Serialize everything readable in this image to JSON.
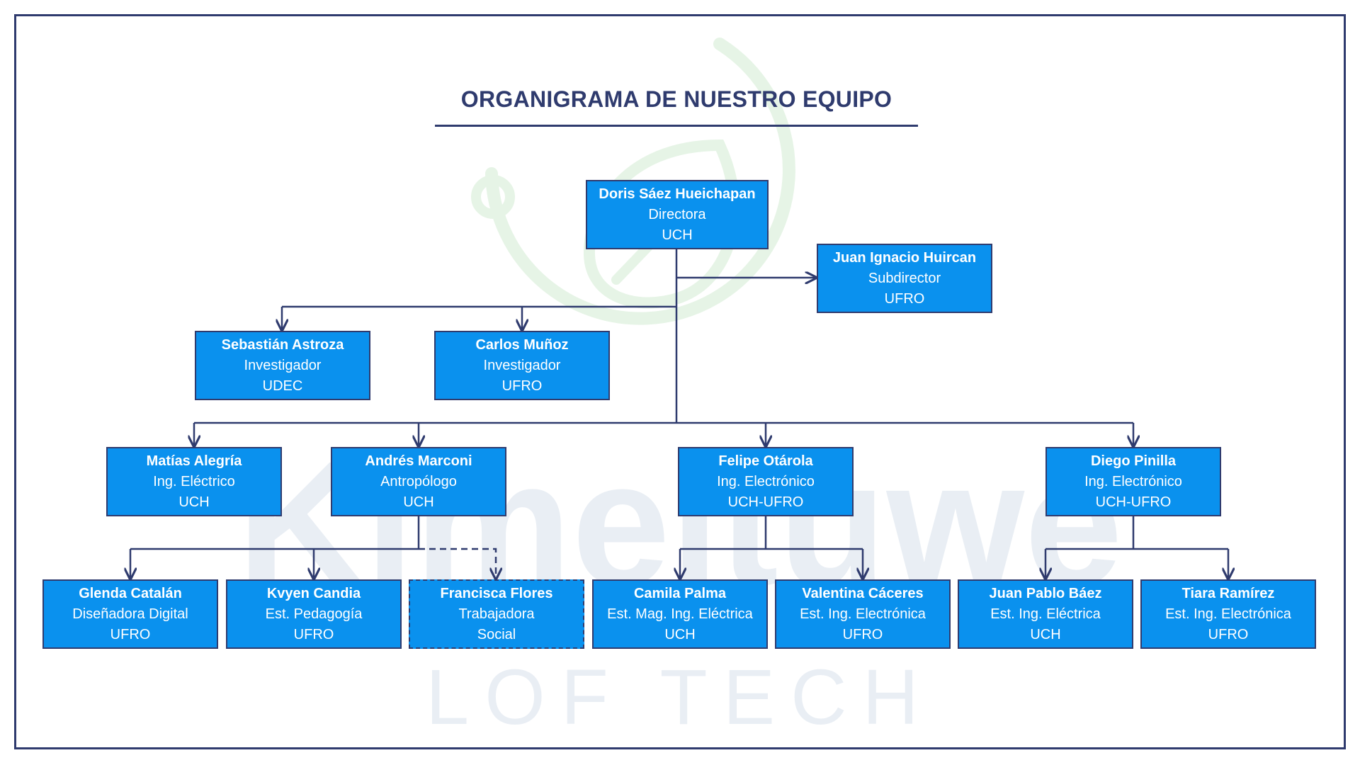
{
  "title": "ORGANIGRAMA DE NUESTRO EQUIPO",
  "watermark": {
    "line1": "Kimeltuwe",
    "line2": "LOF TECH"
  },
  "colors": {
    "node_fill": "#0a91ee",
    "node_border": "#2f3b6e",
    "line": "#2f3b6e",
    "logo": "#e6f4e6",
    "watermark_text": "#e9eef4"
  },
  "nodes": {
    "doris": {
      "name": "Doris Sáez Hueichapan",
      "role": "Directora",
      "inst": "UCH"
    },
    "juan_ignacio": {
      "name": "Juan Ignacio Huircan",
      "role": "Subdirector",
      "inst": "UFRO"
    },
    "sebastian": {
      "name": "Sebastián Astroza",
      "role": "Investigador",
      "inst": "UDEC"
    },
    "carlos": {
      "name": "Carlos Muñoz",
      "role": "Investigador",
      "inst": "UFRO"
    },
    "matias": {
      "name": "Matías Alegría",
      "role": "Ing. Eléctrico",
      "inst": "UCH"
    },
    "andres": {
      "name": "Andrés Marconi",
      "role": "Antropólogo",
      "inst": "UCH"
    },
    "felipe": {
      "name": "Felipe Otárola",
      "role": "Ing. Electrónico",
      "inst": "UCH-UFRO"
    },
    "diego": {
      "name": "Diego Pinilla",
      "role": "Ing. Electrónico",
      "inst": "UCH-UFRO"
    },
    "glenda": {
      "name": "Glenda Catalán",
      "role": "Diseñadora Digital",
      "inst": "UFRO"
    },
    "kvyen": {
      "name": "Kvyen Candia",
      "role": "Est. Pedagogía",
      "inst": "UFRO"
    },
    "francisca": {
      "name": "Francisca Flores",
      "role": "Trabajadora",
      "inst": "Social"
    },
    "camila": {
      "name": "Camila Palma",
      "role": "Est. Mag. Ing. Eléctrica",
      "inst": "UCH"
    },
    "valentina": {
      "name": "Valentina Cáceres",
      "role": "Est. Ing. Electrónica",
      "inst": "UFRO"
    },
    "juan_pablo": {
      "name": "Juan Pablo Báez",
      "role": "Est. Ing. Eléctrica",
      "inst": "UCH"
    },
    "tiara": {
      "name": "Tiara Ramírez",
      "role": "Est. Ing. Electrónica",
      "inst": "UFRO"
    }
  }
}
